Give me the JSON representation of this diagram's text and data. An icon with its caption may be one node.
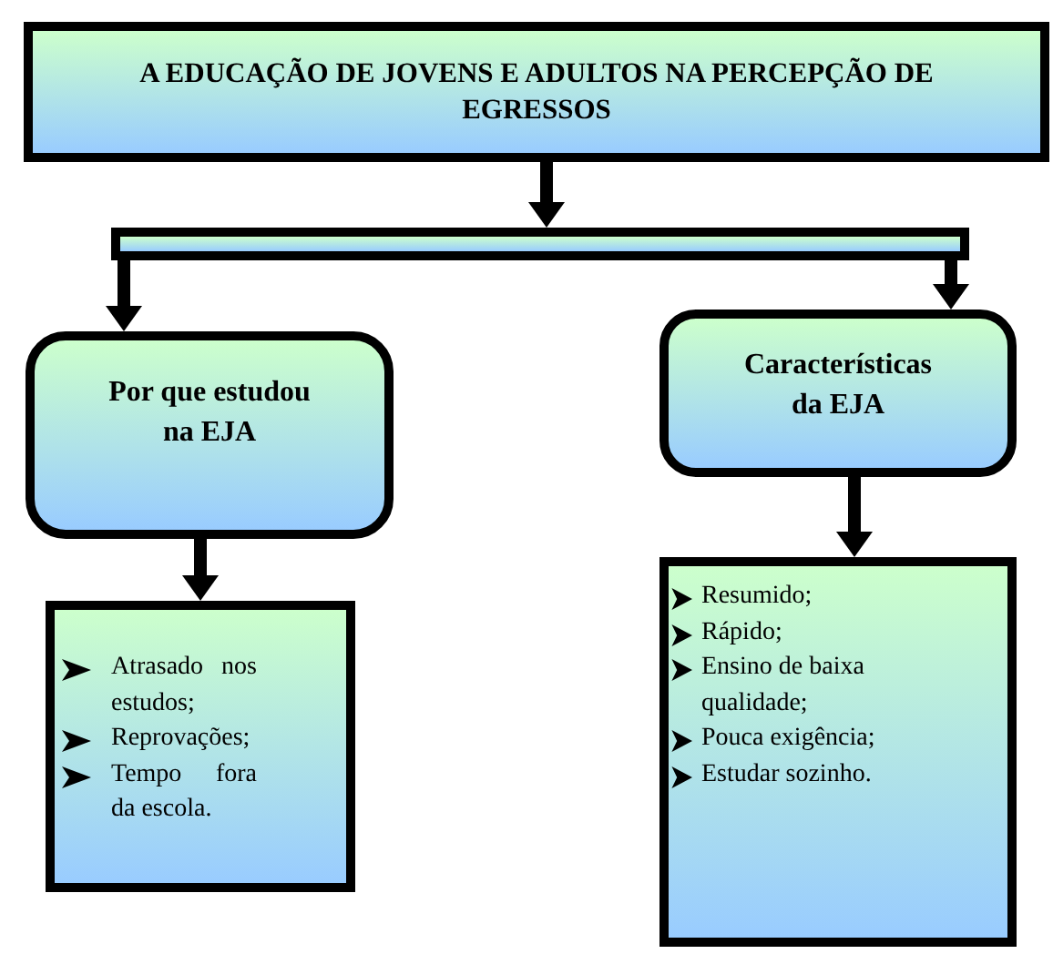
{
  "diagram": {
    "nodes": [
      {
        "text": [
          "A EDUCAÇÃO DE JOVENS E ADULTOS NA PERCEPÇÃO DE EGRESSOS"
        ]
      },
      {
        "text": [],
        "shape": "bar"
      },
      {
        "text": [
          "Por que estudou na EJA"
        ]
      },
      {
        "text": [
          "Características da EJA"
        ]
      },
      {
        "text": [
          "Atrasado nos estudos;",
          "Reprovações;",
          "Tempo fora da escola."
        ]
      },
      {
        "text": [
          "Resumido;",
          "Rápido;",
          "Ensino de baixa qualidade;",
          "Pouca exigência;",
          "Estudar sozinho."
        ]
      }
    ],
    "edges": [
      {
        "from": 0,
        "to": 1,
        "arrow": "to"
      },
      {
        "from": 1,
        "to": 2,
        "arrow": "to"
      },
      {
        "from": 1,
        "to": 3,
        "arrow": "to"
      },
      {
        "from": 2,
        "to": 4,
        "arrow": "to"
      },
      {
        "from": 3,
        "to": 5,
        "arrow": "to"
      }
    ]
  }
}
